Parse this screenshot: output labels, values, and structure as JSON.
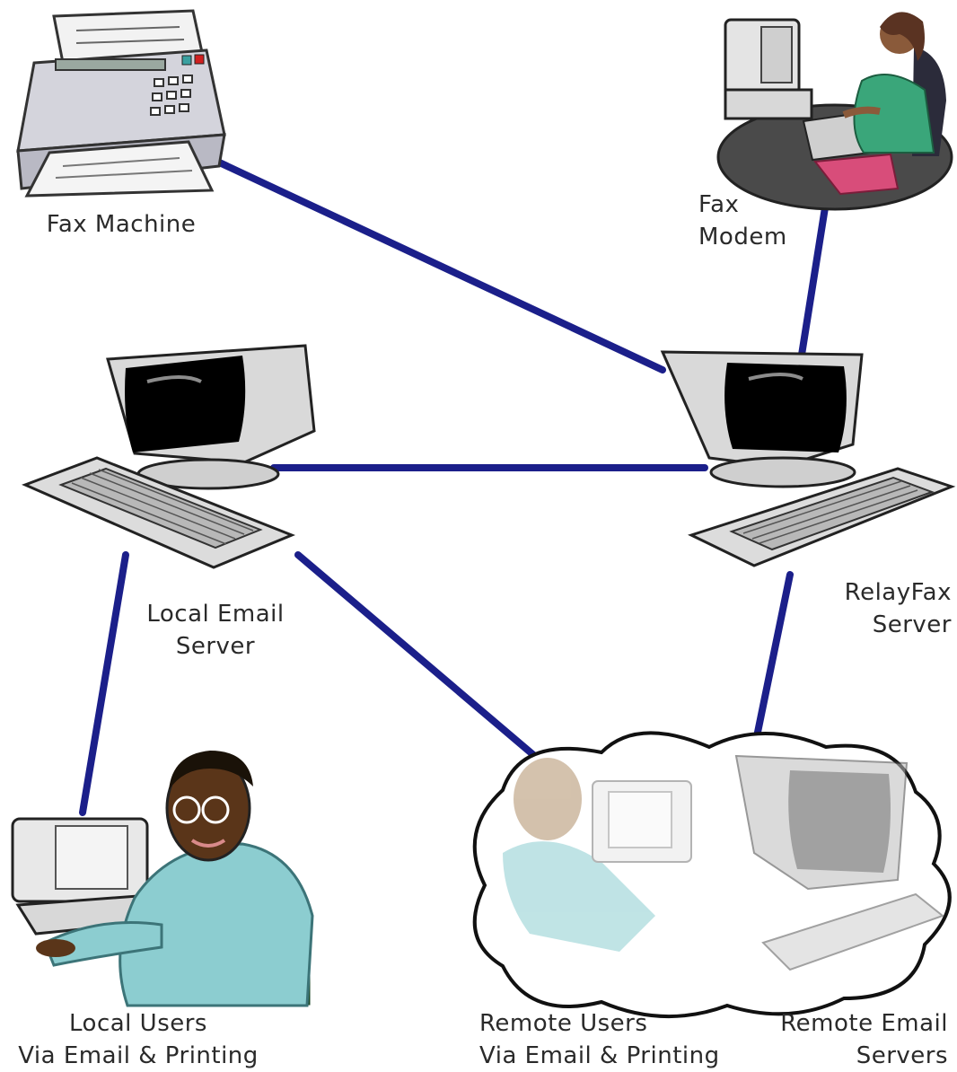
{
  "colors": {
    "link": "#1b1f8a",
    "monitor_body": "#d9d9d9",
    "screen": "#000000",
    "shirt": "#8ccdd0",
    "skin": "#5a3519",
    "fax_body": "#cfcfd6",
    "phone": "#d23a6a",
    "chair": "#2f8a44",
    "desk": "#3a3a3a"
  },
  "nodes": {
    "fax_machine": {
      "line1": "Fax Machine",
      "icon": "fax-machine-icon"
    },
    "fax_modem": {
      "line1": "Fax",
      "line2": "Modem",
      "icon": "woman-at-computer-icon"
    },
    "local_email_server": {
      "line1": "Local Email",
      "line2": "Server",
      "icon": "computer-icon"
    },
    "relayfax_server": {
      "line1": "RelayFax",
      "line2": "Server",
      "icon": "computer-icon"
    },
    "local_users": {
      "line1": "Local Users",
      "line2": "Via Email & Printing",
      "icon": "man-at-computer-icon"
    },
    "remote_users": {
      "line1": "Remote Users",
      "line2": "Via Email & Printing",
      "icon": "cloud-icon"
    },
    "remote_email_servers": {
      "line1": "Remote Email",
      "line2": "Servers"
    }
  }
}
